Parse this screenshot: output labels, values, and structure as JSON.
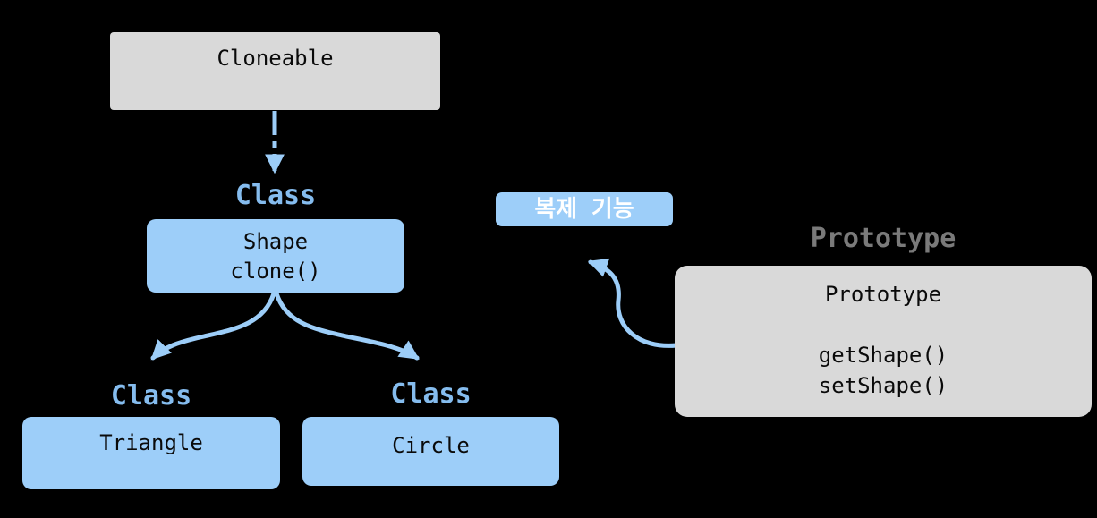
{
  "colors": {
    "background": "#000000",
    "gray_box": "#D9D9D9",
    "blue_box": "#9DCEF9",
    "arrow_blue": "#9CCDF8",
    "class_label_blue": "#85BCEE",
    "title_gray": "#7A7A7A",
    "box_text": "#0A0A0A",
    "callout_text": "#FFFFFF"
  },
  "nodes": {
    "cloneable": {
      "title": "Cloneable"
    },
    "shape": {
      "stereotype": "Class",
      "lines": [
        "Shape",
        "clone()"
      ]
    },
    "triangle": {
      "stereotype": "Class",
      "title": "Triangle"
    },
    "circle": {
      "stereotype": "Class",
      "title": "Circle"
    },
    "prototype": {
      "heading": "Prototype",
      "lines": [
        "Prototype",
        "",
        "getShape()",
        "setShape()"
      ]
    }
  },
  "callout": {
    "label": "복제 기능"
  }
}
